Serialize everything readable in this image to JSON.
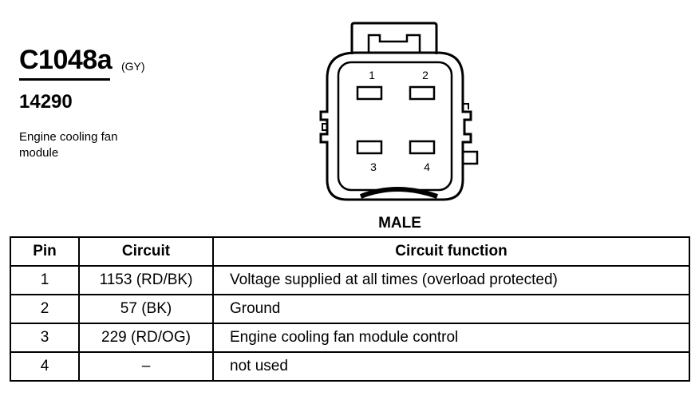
{
  "header": {
    "connector_id": "C1048a",
    "color_code": "(GY)",
    "part_number": "14290",
    "description": "Engine cooling fan module"
  },
  "connector": {
    "gender_label": "MALE",
    "pins": [
      {
        "number": "1"
      },
      {
        "number": "2"
      },
      {
        "number": "3"
      },
      {
        "number": "4"
      }
    ]
  },
  "table": {
    "headers": {
      "pin": "Pin",
      "circuit": "Circuit",
      "function": "Circuit function"
    },
    "rows": [
      {
        "pin": "1",
        "circuit": "1153 (RD/BK)",
        "function": "Voltage supplied at all times (overload protected)"
      },
      {
        "pin": "2",
        "circuit": "57 (BK)",
        "function": "Ground"
      },
      {
        "pin": "3",
        "circuit": "229 (RD/OG)",
        "function": "Engine cooling fan module control"
      },
      {
        "pin": "4",
        "circuit": "–",
        "function": "not used"
      }
    ]
  }
}
